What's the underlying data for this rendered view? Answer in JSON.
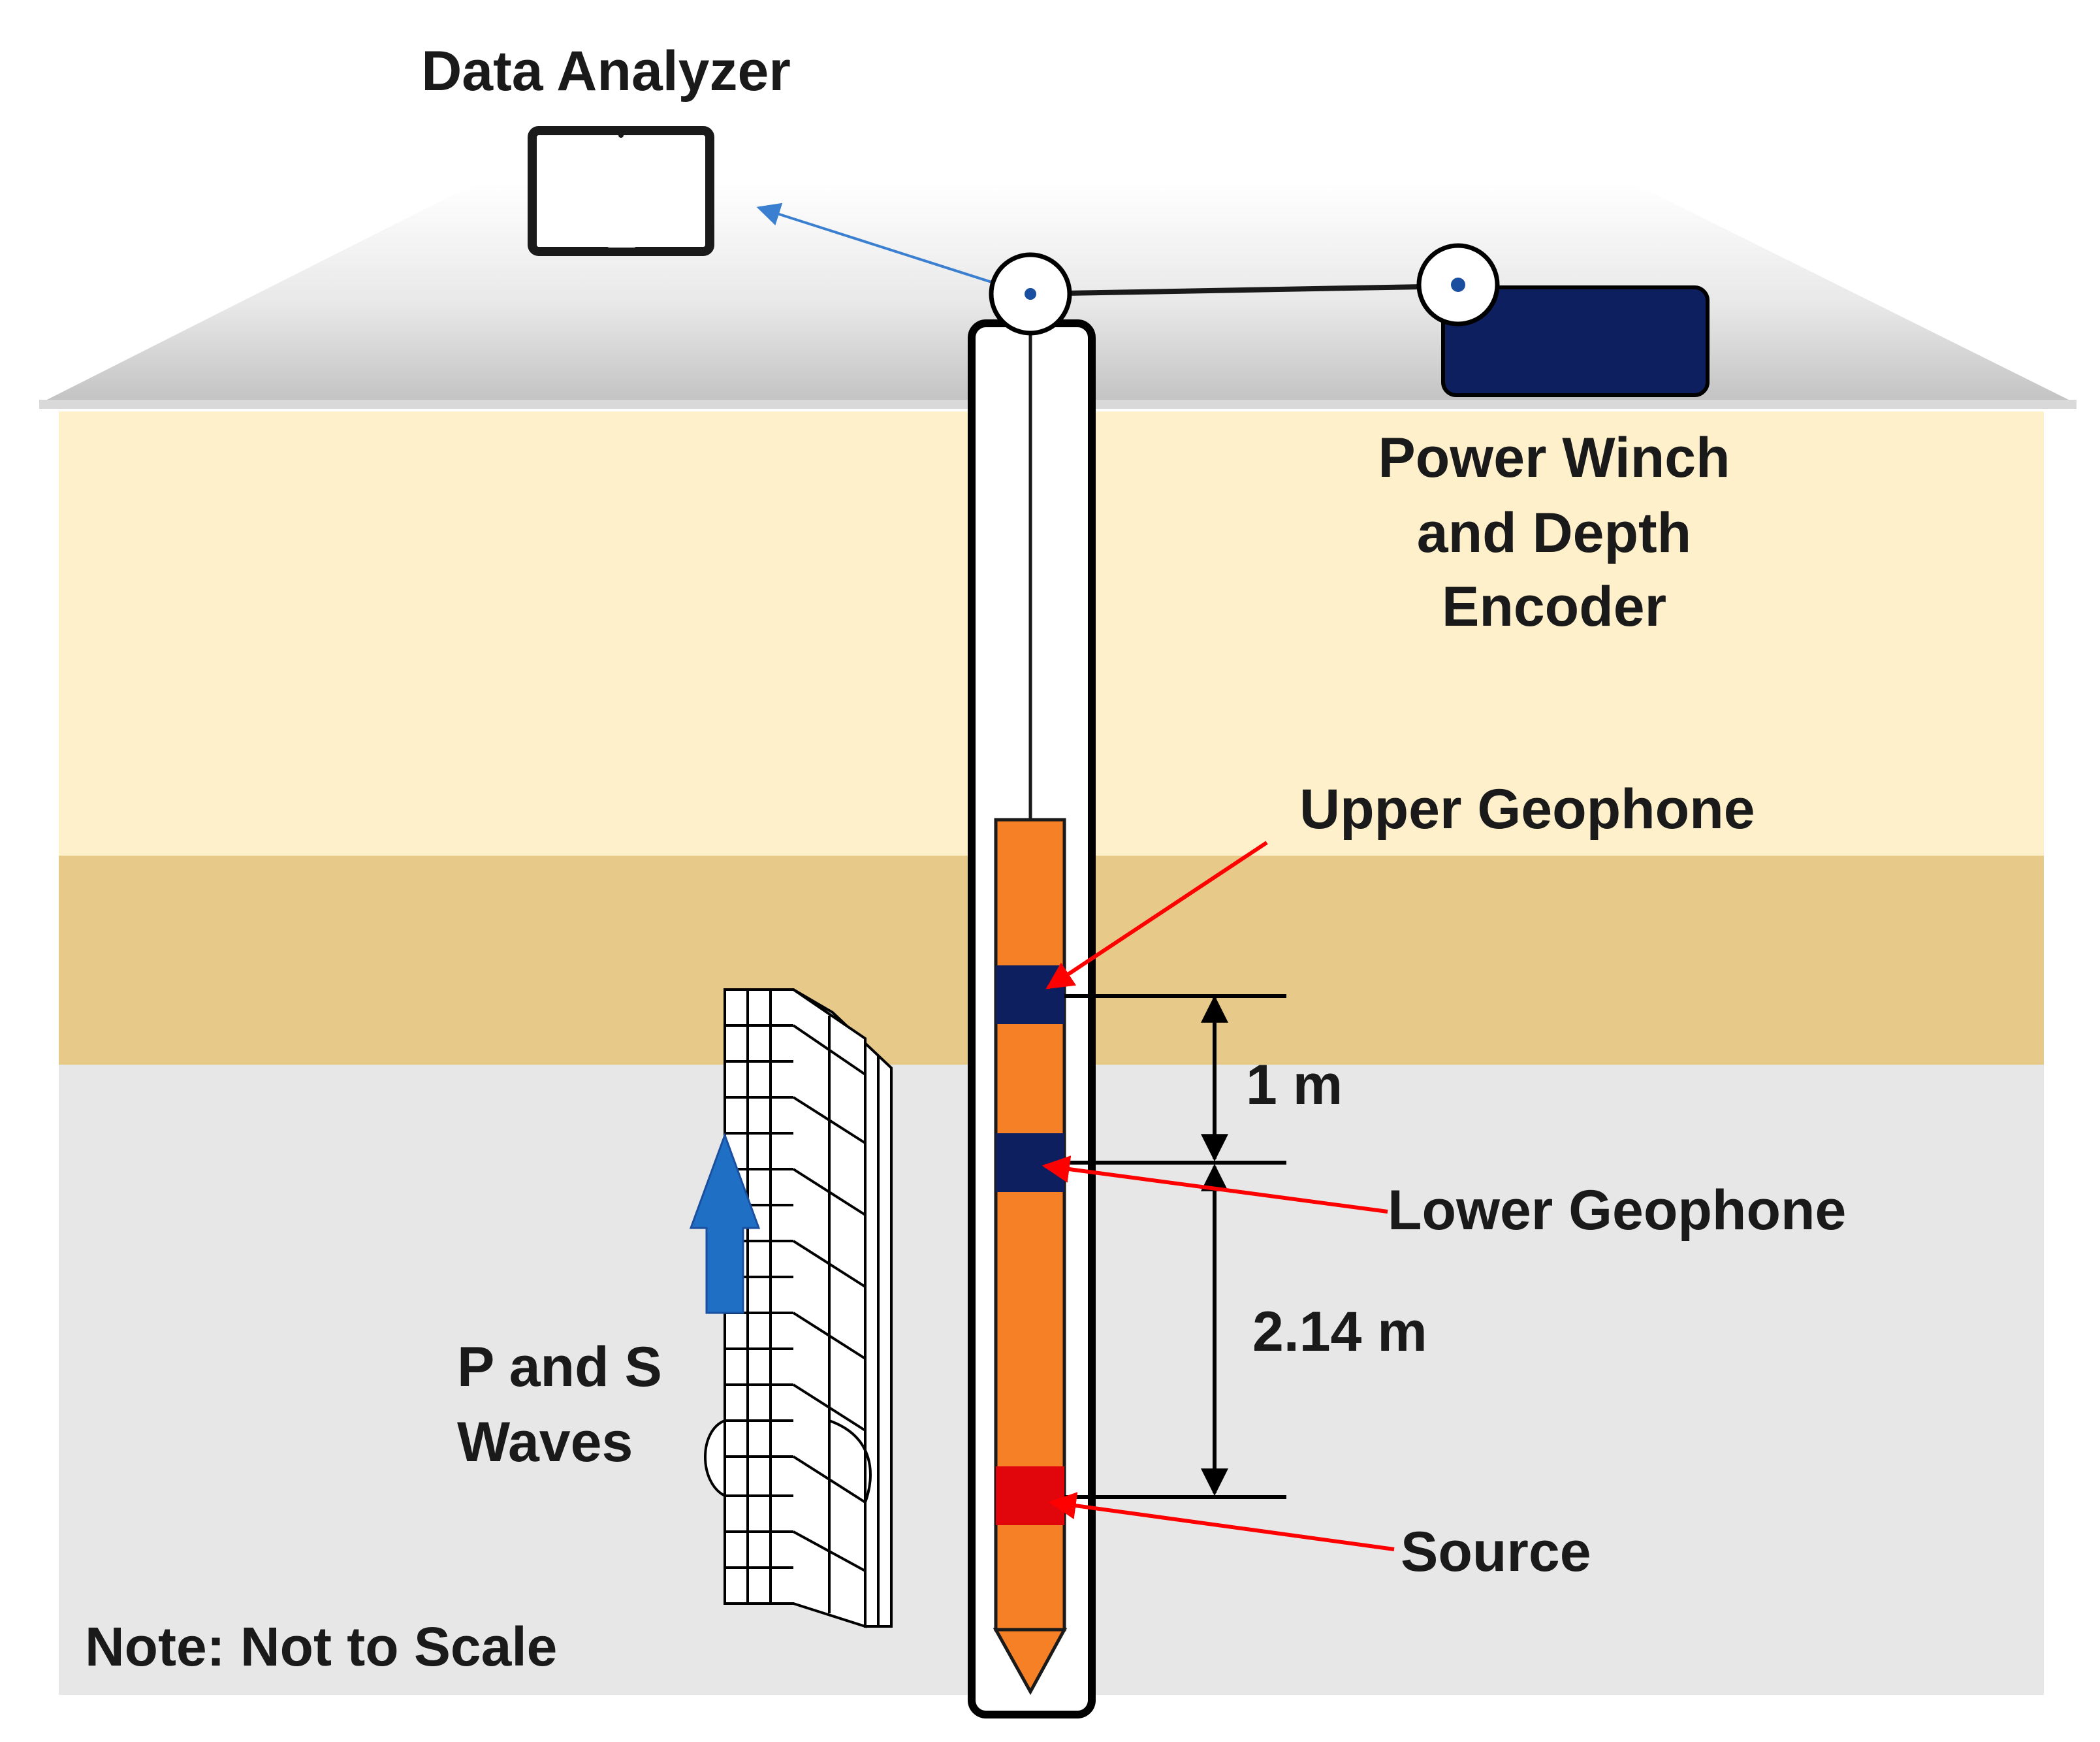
{
  "labels": {
    "data_analyzer": "Data Analyzer",
    "power_winch_line1": "Power Winch",
    "power_winch_line2": "and Depth",
    "power_winch_line3": "Encoder",
    "upper_geophone": "Upper Geophone",
    "lower_geophone": "Lower Geophone",
    "source": "Source",
    "spacing_upper_lower": "1 m",
    "spacing_lower_source": "2.14 m",
    "waves_line1": "P and S",
    "waves_line2": "Waves",
    "note": "Note: Not to Scale"
  },
  "colors": {
    "ground_surface": "#cfcfcf",
    "upper_layer": "#fdf0cb",
    "middle_layer": "#e7c98a",
    "lower_layer": "#e7e7e7",
    "probe": "#f58026",
    "geophone": "#0d1f5e",
    "source": "#e0060b",
    "winch": "#0d1f5e",
    "signal_arrow": "#3a7fd0",
    "pointer": "#ff0000",
    "wave_arrow": "#1f6fc5"
  }
}
